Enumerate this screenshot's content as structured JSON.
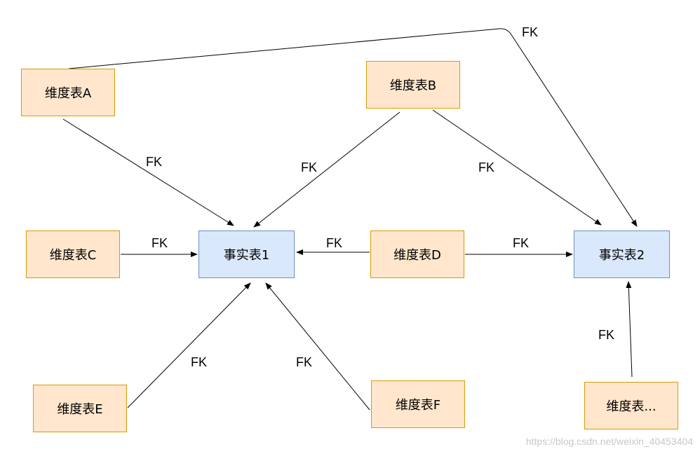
{
  "dimension_tables": {
    "a": "维度表A",
    "b": "维度表B",
    "c": "维度表C",
    "d": "维度表D",
    "e": "维度表E",
    "f": "维度表F",
    "more": "维度表..."
  },
  "fact_tables": {
    "fact1": "事实表1",
    "fact2": "事实表2"
  },
  "relationship_label": "FK",
  "colors": {
    "dimension_fill": "#ffe6cc",
    "dimension_stroke": "#d79b00",
    "fact_fill": "#dae8fc",
    "fact_stroke": "#6c8ebf"
  },
  "watermark": "https://blog.csdn.net/weixin_40453404"
}
